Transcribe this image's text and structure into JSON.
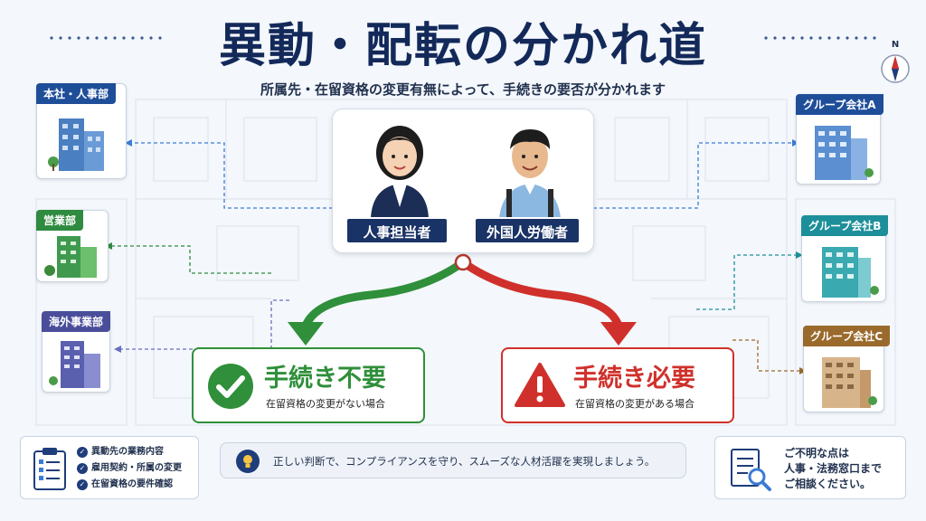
{
  "title": "異動・配転の分かれ道",
  "subtitle": "所属先・在留資格の変更有無によって、手続きの要否が分かれます",
  "compass_label": "N",
  "departments_left": [
    {
      "label": "本社・人事部",
      "color": "#1f4e99"
    },
    {
      "label": "営業部",
      "color": "#2e8b3f"
    },
    {
      "label": "海外事業部",
      "color": "#4a4e9a"
    }
  ],
  "departments_right": [
    {
      "label": "グループ会社A",
      "color": "#1f4e99"
    },
    {
      "label": "グループ会社B",
      "color": "#1c8f9a"
    },
    {
      "label": "グループ会社C",
      "color": "#9a6a2c"
    }
  ],
  "roles": {
    "hr": "人事担当者",
    "worker": "外国人労働者"
  },
  "results": {
    "no": {
      "title": "手続き不要",
      "sub": "在留資格の変更がない場合",
      "color": "#2f8f3a"
    },
    "yes": {
      "title": "手続き必要",
      "sub": "在留資格の変更がある場合",
      "color": "#d0302b"
    }
  },
  "checklist": [
    "異動先の業務内容",
    "雇用契約・所属の変更",
    "在留資格の要件確認"
  ],
  "tip": "正しい判断で、コンプライアンスを守り、スムーズな人材活躍を実現しましょう。",
  "contact": {
    "line1": "ご不明な点は",
    "line2": "人事・法務窓口まで",
    "line3": "ご相談ください。"
  }
}
